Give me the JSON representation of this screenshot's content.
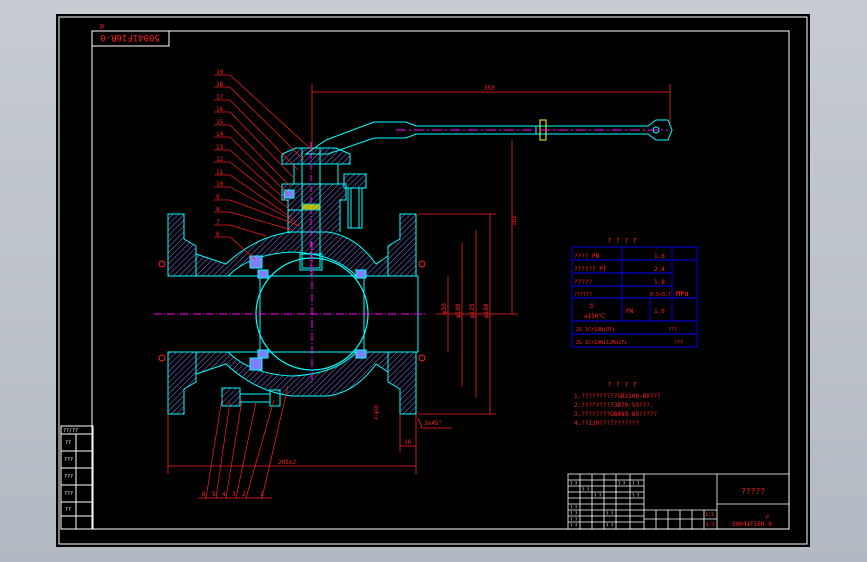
{
  "drawing_number": "50041F16R-0",
  "drawing_number_top": "50041F16R-0",
  "top_marker": "p",
  "title_block_name": "?????",
  "title_block_scale": "P",
  "title_block_sheet": "1:1",
  "title_block_col": "1:1",
  "balloons_top": [
    "19",
    "18",
    "17",
    "16",
    "15",
    "14",
    "13",
    "12",
    "11",
    "10",
    "9",
    "8",
    "7",
    "6"
  ],
  "balloons_bottom": [
    "6",
    "5",
    "4",
    "3",
    "2",
    "1"
  ],
  "dims": {
    "handle_length": "350",
    "height": "165",
    "d1": "φ50",
    "d2": "φ100",
    "d3": "φ125",
    "d4": "φ160",
    "face_length": "203±2",
    "flange_thk": "16",
    "chamfer": "3x45°",
    "small_hole": "4-φ18"
  },
  "spec_table": {
    "title": "? ? ? ?",
    "rows": [
      {
        "label": "???? PN",
        "value": "1.6"
      },
      {
        "label": "?????? PT",
        "value": "2.4"
      },
      {
        "label": "????? ",
        "value": "1.8"
      },
      {
        "label": "??????",
        "value": "0.5~0.7"
      }
    ],
    "unit": "MPa",
    "temp": "≤150℃",
    "temp_sym": "δ",
    "pn_label": "PN",
    "pn_value": "1.6",
    "mat1": "ZG 1Cr18Ni9Ti",
    "mat1_tail": "???",
    "mat2": "ZG 1Cr18Ni12Mo2Ti",
    "mat2_tail": "???"
  },
  "notes": {
    "title": "? ? ? ?",
    "lines": [
      "1.??????????GB2100-80???",
      "2.?????????JB79-59???.",
      "3.????????GB489-85?????",
      "4.??120???????????"
    ]
  },
  "left_strip": [
    "??/??",
    "??",
    "???",
    "???",
    "???",
    "??"
  ],
  "colors": {
    "frame": "#ffffff",
    "border": "#0000ff",
    "outline": "#00ffff",
    "annotation": "#ff2020",
    "centerline": "#ff00ff",
    "body_section": "#7f7fff"
  }
}
